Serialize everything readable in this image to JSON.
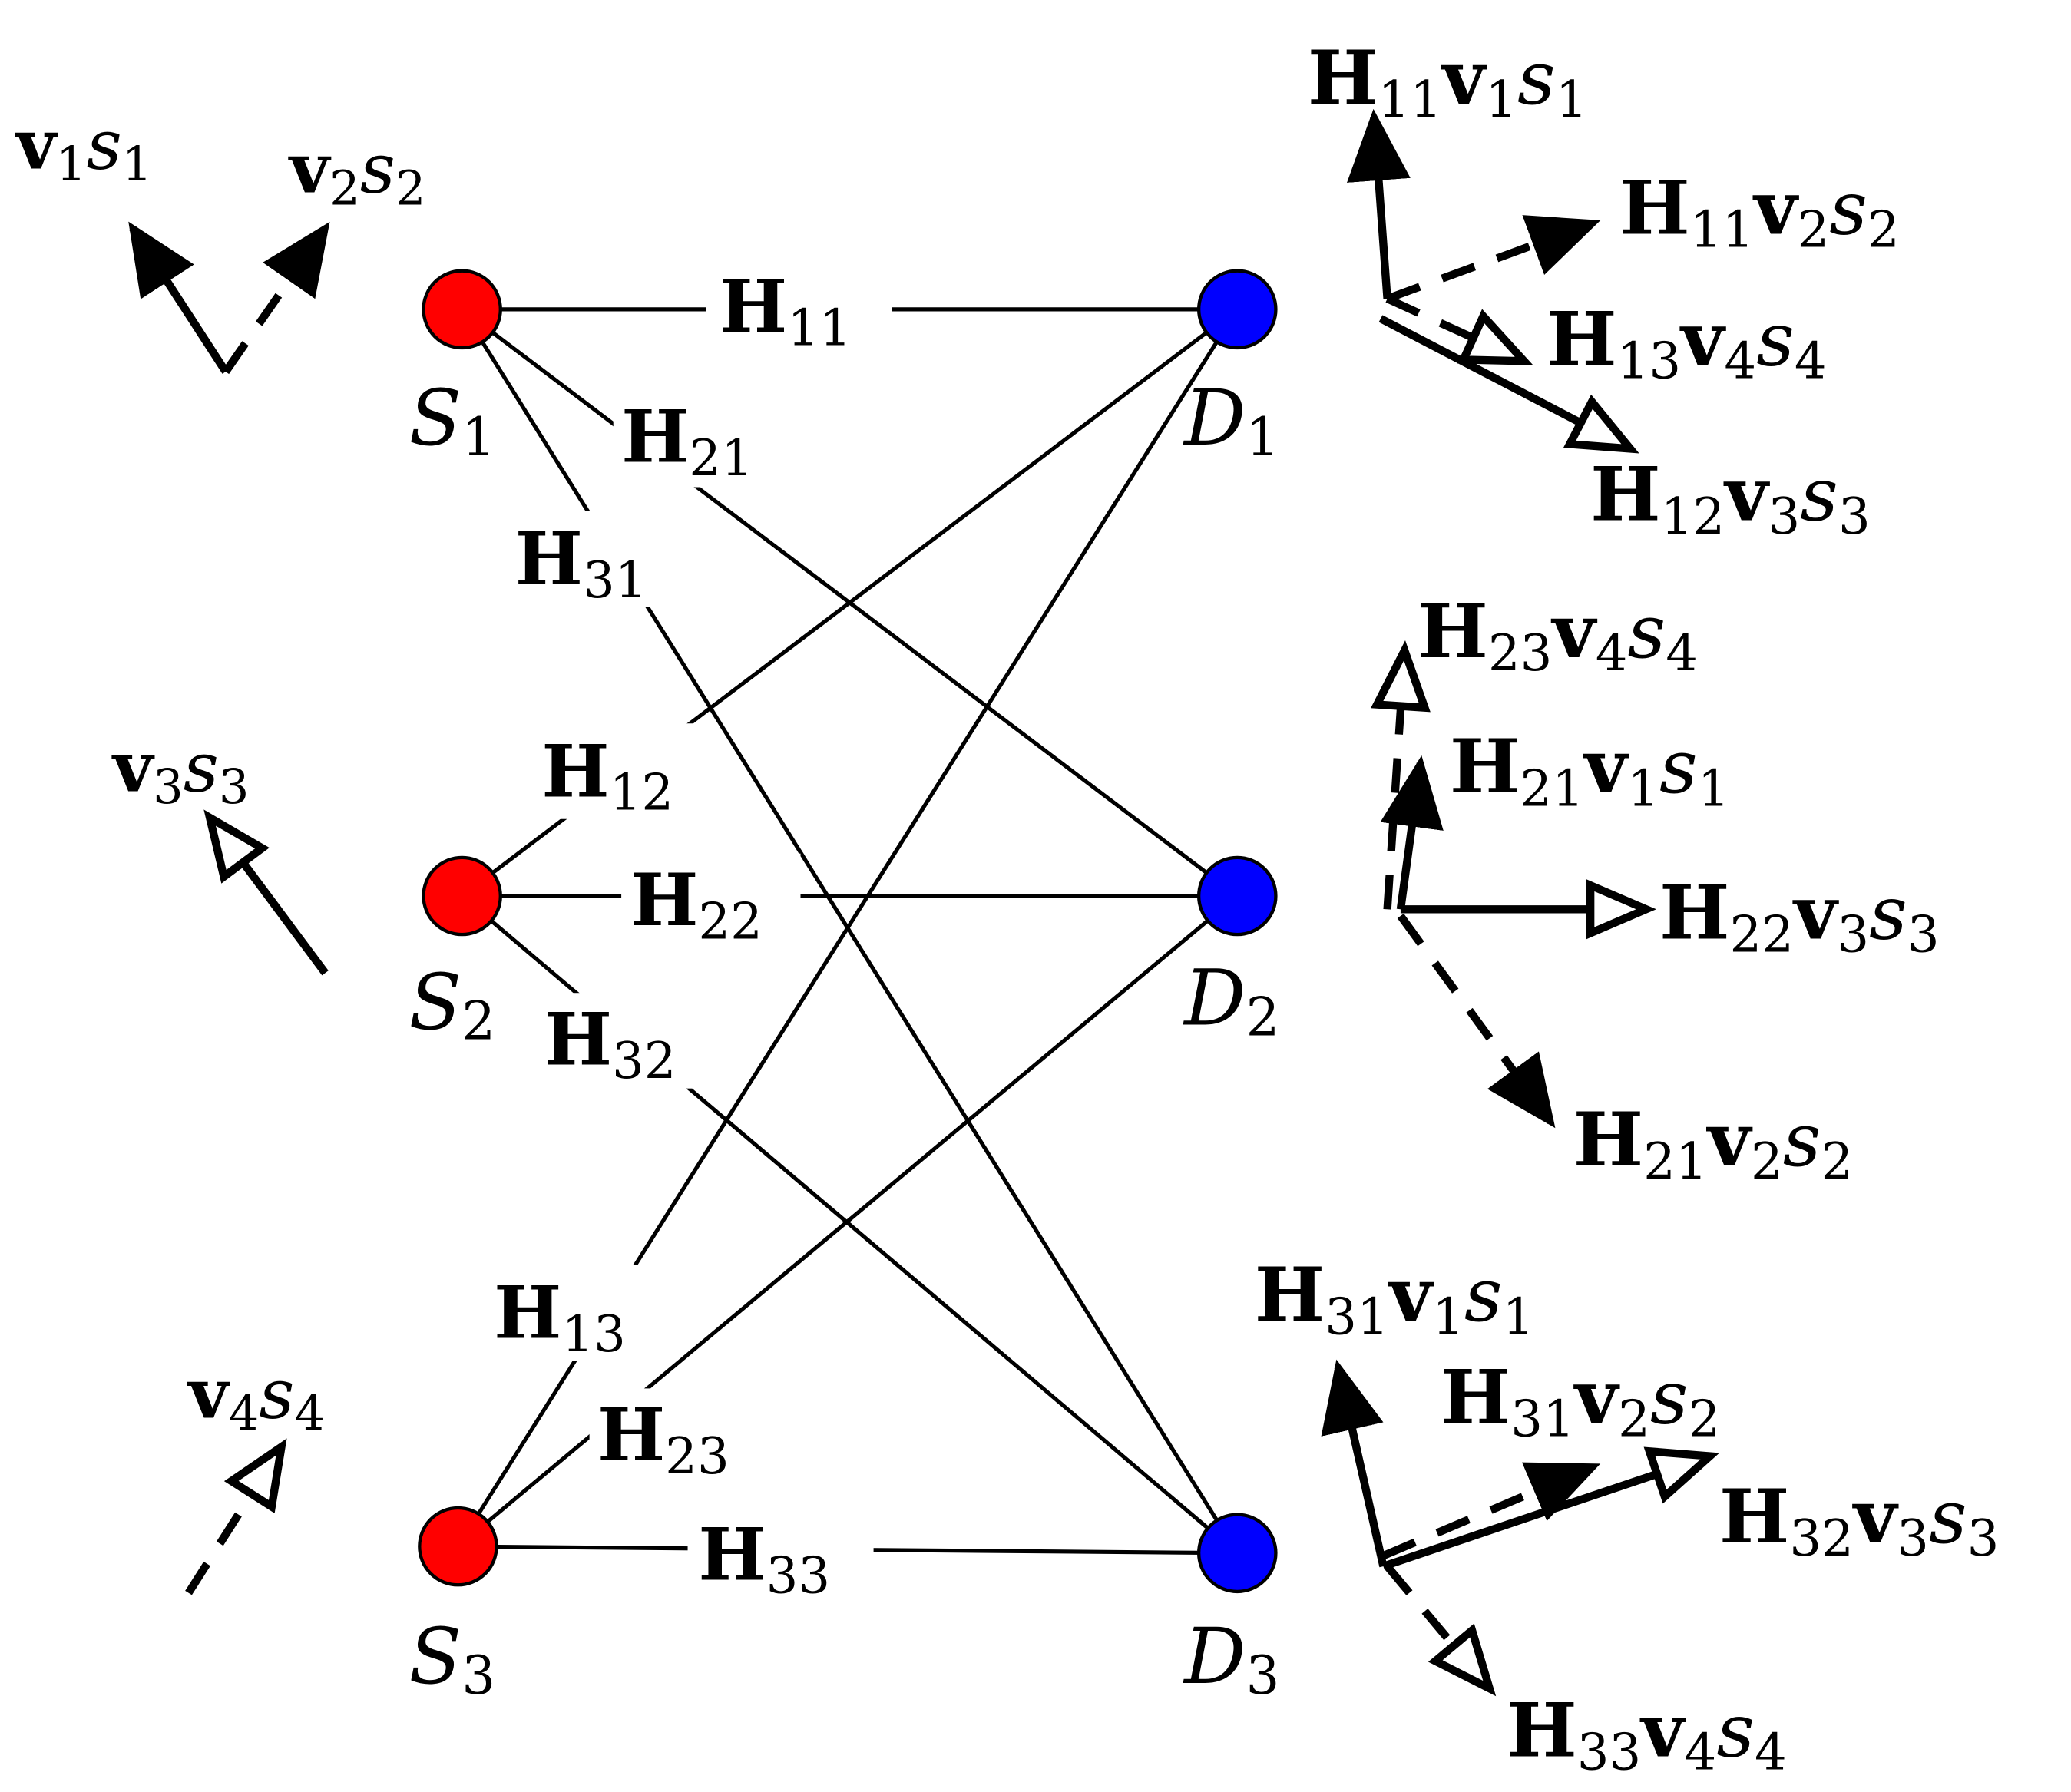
{
  "colors": {
    "source": "#ff0000",
    "destination": "#0000ff",
    "ink": "#000000",
    "background": "#ffffff"
  },
  "sources": [
    {
      "base": "S",
      "sub": "1"
    },
    {
      "base": "S",
      "sub": "2"
    },
    {
      "base": "S",
      "sub": "3"
    }
  ],
  "destinations": [
    {
      "base": "D",
      "sub": "1"
    },
    {
      "base": "D",
      "sub": "2"
    },
    {
      "base": "D",
      "sub": "3"
    }
  ],
  "channel_labels": {
    "h11": {
      "base": "H",
      "sub": "11"
    },
    "h21": {
      "base": "H",
      "sub": "21"
    },
    "h31": {
      "base": "H",
      "sub": "31"
    },
    "h12": {
      "base": "H",
      "sub": "12"
    },
    "h22": {
      "base": "H",
      "sub": "22"
    },
    "h32": {
      "base": "H",
      "sub": "32"
    },
    "h13": {
      "base": "H",
      "sub": "13"
    },
    "h23": {
      "base": "H",
      "sub": "23"
    },
    "h33": {
      "base": "H",
      "sub": "33"
    }
  },
  "precoders": [
    {
      "v": "v",
      "vs": "1",
      "s": "s",
      "ss": "1"
    },
    {
      "v": "v",
      "vs": "2",
      "s": "s",
      "ss": "2"
    },
    {
      "v": "v",
      "vs": "3",
      "s": "s",
      "ss": "3"
    },
    {
      "v": "v",
      "vs": "4",
      "s": "s",
      "ss": "4"
    }
  ],
  "received": {
    "d1": [
      {
        "H": "H",
        "hs": "11",
        "v": "v",
        "vs": "1",
        "s": "s",
        "ss": "1"
      },
      {
        "H": "H",
        "hs": "11",
        "v": "v",
        "vs": "2",
        "s": "s",
        "ss": "2"
      },
      {
        "H": "H",
        "hs": "13",
        "v": "v",
        "vs": "4",
        "s": "s",
        "ss": "4"
      },
      {
        "H": "H",
        "hs": "12",
        "v": "v",
        "vs": "3",
        "s": "s",
        "ss": "3"
      }
    ],
    "d2": [
      {
        "H": "H",
        "hs": "23",
        "v": "v",
        "vs": "4",
        "s": "s",
        "ss": "4"
      },
      {
        "H": "H",
        "hs": "21",
        "v": "v",
        "vs": "1",
        "s": "s",
        "ss": "1"
      },
      {
        "H": "H",
        "hs": "22",
        "v": "v",
        "vs": "3",
        "s": "s",
        "ss": "3"
      },
      {
        "H": "H",
        "hs": "21",
        "v": "v",
        "vs": "2",
        "s": "s",
        "ss": "2"
      }
    ],
    "d3": [
      {
        "H": "H",
        "hs": "31",
        "v": "v",
        "vs": "1",
        "s": "s",
        "ss": "1"
      },
      {
        "H": "H",
        "hs": "31",
        "v": "v",
        "vs": "2",
        "s": "s",
        "ss": "2"
      },
      {
        "H": "H",
        "hs": "32",
        "v": "v",
        "vs": "3",
        "s": "s",
        "ss": "3"
      },
      {
        "H": "H",
        "hs": "33",
        "v": "v",
        "vs": "4",
        "s": "s",
        "ss": "4"
      }
    ]
  }
}
